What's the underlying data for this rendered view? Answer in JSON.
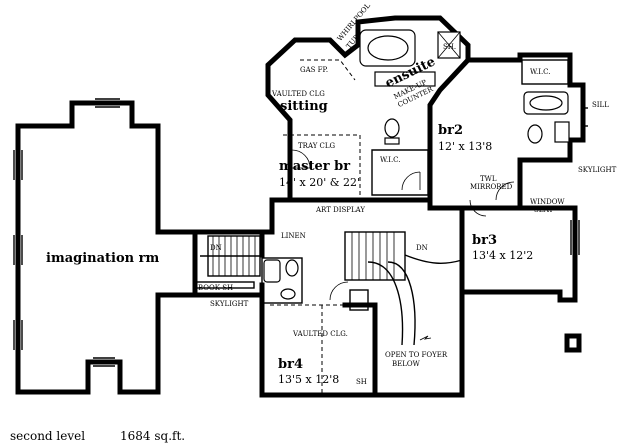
{
  "footer": {
    "level": "second level",
    "area": "1684 sq.ft."
  },
  "rooms": {
    "imagination": {
      "name": "imagination rm"
    },
    "master": {
      "name": "master br",
      "size": "14' x 20' & 22'"
    },
    "sitting": {
      "name": "sitting"
    },
    "ensuite": {
      "name": "ensuite"
    },
    "br2": {
      "name": "br2",
      "size": "12' x 13'8"
    },
    "br3": {
      "name": "br3",
      "size": "13'4 x 12'2"
    },
    "br4": {
      "name": "br4",
      "size": "13'5 x 12'8"
    }
  },
  "notes": {
    "gas_fp": "GAS FP.",
    "whirlpool": "WHIRLPOOL",
    "tub": "TUB",
    "make_up_line1": "MAKE-UP",
    "make_up_line2": "COUNTER",
    "sh_ensuite": "SH.",
    "vaulted_clg_line1": "VAULTED CLG",
    "tray_clg": "TRAY CLG",
    "wic_master": "W.I.C.",
    "wic_br2": "W.I.C.",
    "sill": "SILL",
    "skylight_right": "SKYLIGHT",
    "twl_line1": "TWL",
    "twl_line2": "MIRRORED",
    "window_line1": "WINDOW",
    "window_line2": "SEAT",
    "art_display": "ART DISPLAY",
    "linen": "LINEN",
    "dn_left": "DN",
    "dn_right": "DN",
    "book_sh": "BOOK SH",
    "skylight_left": "SKYLIGHT",
    "vaulted_br4": "VAULTED CLG.",
    "open_line1": "OPEN TO FOYER",
    "open_line2": "BELOW",
    "sh_br4": "SH"
  }
}
